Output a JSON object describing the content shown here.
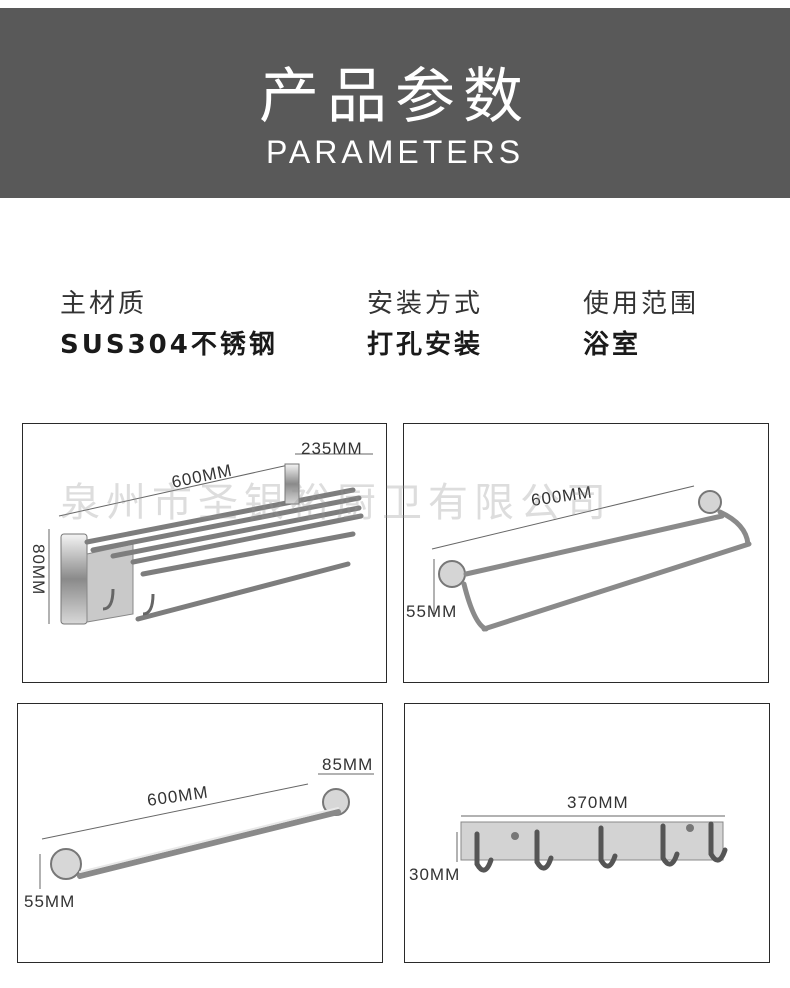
{
  "header": {
    "title": "产品参数",
    "subtitle": "PARAMETERS",
    "bg_color": "#595959"
  },
  "params": [
    {
      "label": "主材质",
      "value": "SUS304不锈钢"
    },
    {
      "label": "安装方式",
      "value": "打孔安装"
    },
    {
      "label": "使用范围",
      "value": "浴室"
    }
  ],
  "watermark": "泉州市圣银裕厨卫有限公司",
  "products": [
    {
      "name": "folding-towel-rack",
      "dims": [
        "600MM",
        "235MM",
        "80MM"
      ]
    },
    {
      "name": "double-towel-bar",
      "dims": [
        "600MM",
        "55MM"
      ]
    },
    {
      "name": "single-towel-bar",
      "dims": [
        "600MM",
        "85MM",
        "55MM"
      ]
    },
    {
      "name": "hook-rail",
      "dims": [
        "370MM",
        "30MM"
      ]
    }
  ]
}
